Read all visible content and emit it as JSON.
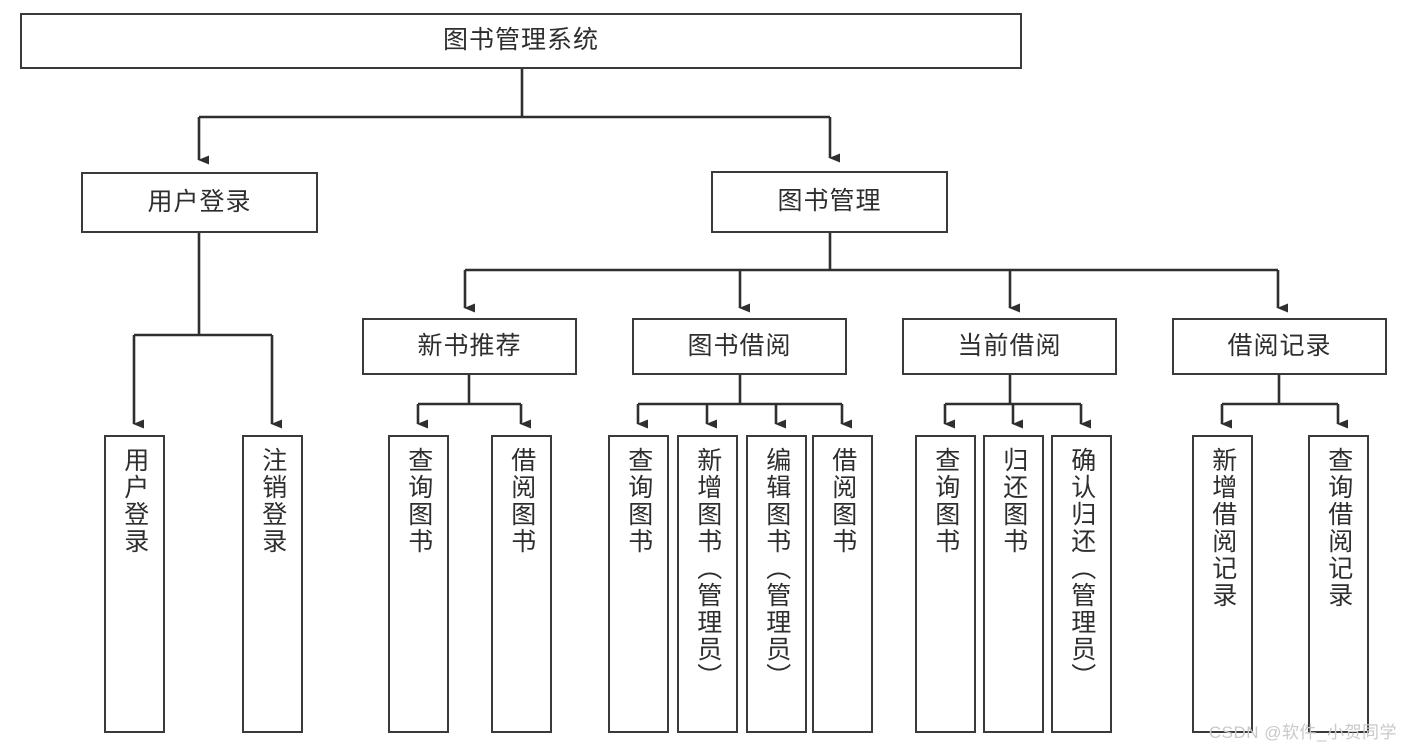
{
  "diagram": {
    "title": "图书管理系统",
    "type": "tree-hierarchy-chart",
    "root": {
      "label": "图书管理系统"
    },
    "level2": [
      {
        "label": "用户登录"
      },
      {
        "label": "图书管理"
      }
    ],
    "level3": [
      {
        "label": "新书推荐"
      },
      {
        "label": "图书借阅"
      },
      {
        "label": "当前借阅"
      },
      {
        "label": "借阅记录"
      }
    ],
    "leaves": {
      "user_login": [
        {
          "label": "用户登录"
        },
        {
          "label": "注销登录"
        }
      ],
      "new_book_recommend": [
        {
          "label": "查询图书"
        },
        {
          "label": "借阅图书"
        }
      ],
      "book_borrow": [
        {
          "label": "查询图书"
        },
        {
          "label": "新增图书（管理员）"
        },
        {
          "label": "编辑图书（管理员）"
        },
        {
          "label": "借阅图书"
        }
      ],
      "current_borrow": [
        {
          "label": "查询图书"
        },
        {
          "label": "归还图书"
        },
        {
          "label": "确认归还（管理员）"
        }
      ],
      "borrow_record": [
        {
          "label": "新增借阅记录"
        },
        {
          "label": "查询借阅记录"
        }
      ]
    }
  },
  "watermark": {
    "text": "CSDN @软件_小贺同学"
  },
  "colors": {
    "border": "#3a3a3a",
    "text": "#2e2e2e",
    "background": "#ffffff",
    "watermark": "#c9c9c9"
  }
}
